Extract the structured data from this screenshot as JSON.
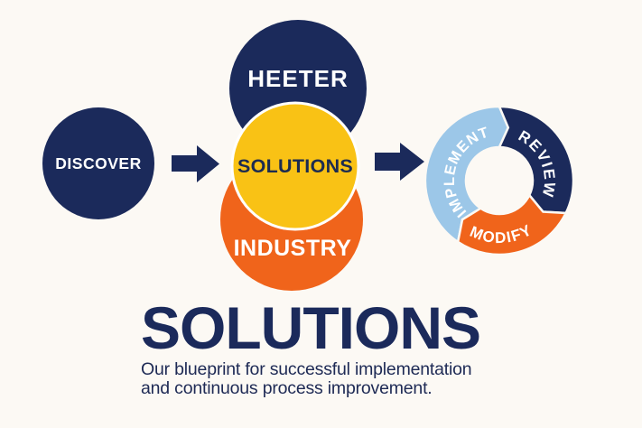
{
  "background_color": "#fcf9f4",
  "colors": {
    "navy": "#1b2a5b",
    "yellow": "#f9c215",
    "orange": "#f0641b",
    "light_blue": "#9cc7e8",
    "white": "#ffffff",
    "circle_text_dark": "#1c2b50"
  },
  "flow": {
    "step1": {
      "label": "DISCOVER"
    },
    "cluster": {
      "top": {
        "label": "HEETER"
      },
      "middle": {
        "label": "SOLUTIONS"
      },
      "bottom": {
        "label": "INDUSTRY"
      }
    }
  },
  "cycle": {
    "segments": [
      {
        "label": "IMPLEMENT",
        "color": "#9cc7e8"
      },
      {
        "label": "REVIEW",
        "color": "#1b2a5b"
      },
      {
        "label": "MODIFY",
        "color": "#f0641b"
      }
    ]
  },
  "title": "SOLUTIONS",
  "subtitle_line1": "Our blueprint for successful implementation",
  "subtitle_line2": "and continuous process improvement."
}
